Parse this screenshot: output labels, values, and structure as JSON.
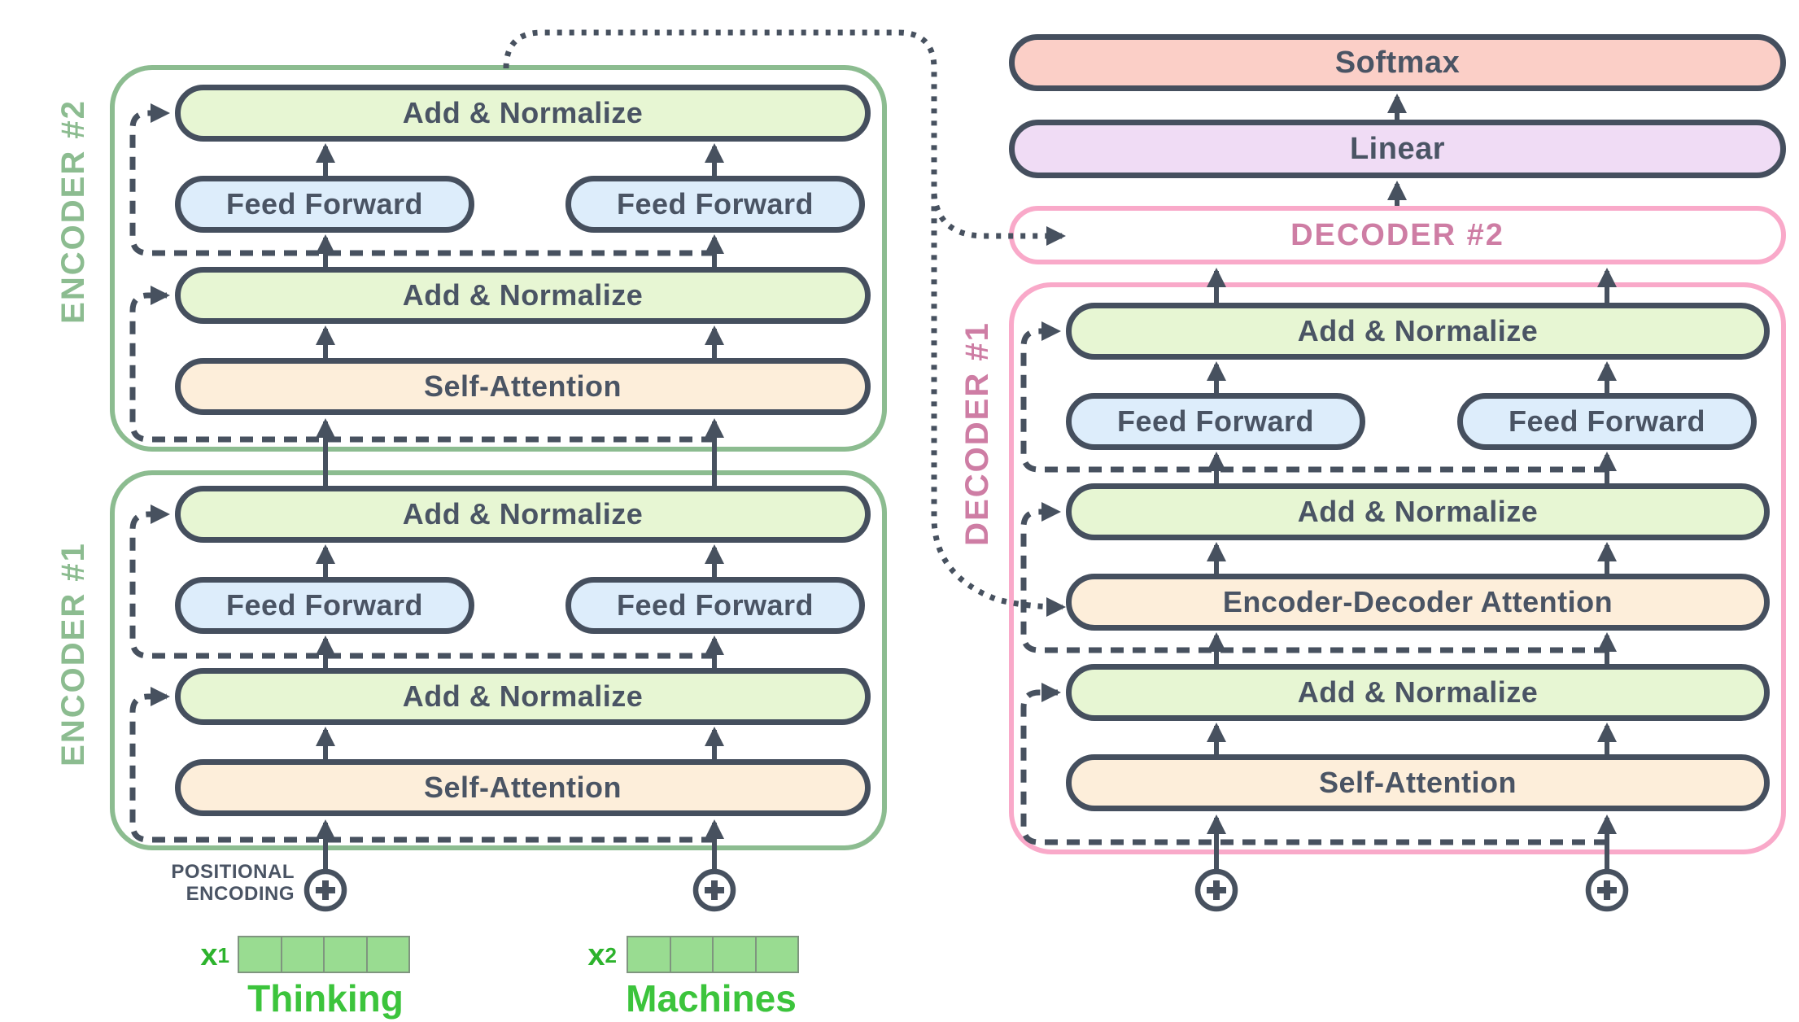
{
  "colors": {
    "outline": "#454f5e",
    "text": "#4a5464",
    "line": "#47515f",
    "encoder_green": "#8cbc90",
    "decoder_pink": "#f9a9c9",
    "decoder_label_rose": "#ce7da4",
    "add_norm_fill": "#e7f6d3",
    "feed_forward_fill": "#ddedfb",
    "attention_fill": "#fdeeda",
    "softmax_fill": "#fbcfc7",
    "linear_fill": "#f0dcf5",
    "vector_fill": "#99dc91",
    "vector_border": "#7f957f",
    "word_green": "#3cc43c",
    "x_label_green": "#2db32d"
  },
  "encoder2": {
    "label": "ENCODER #2",
    "add_norm_top": "Add & Normalize",
    "ff_left": "Feed Forward",
    "ff_right": "Feed Forward",
    "add_norm_mid": "Add & Normalize",
    "self_attention": "Self-Attention"
  },
  "encoder1": {
    "label": "ENCODER #1",
    "add_norm_top": "Add & Normalize",
    "ff_left": "Feed Forward",
    "ff_right": "Feed Forward",
    "add_norm_mid": "Add & Normalize",
    "self_attention": "Self-Attention"
  },
  "output_head": {
    "softmax": "Softmax",
    "linear": "Linear"
  },
  "decoder2": {
    "label": "DECODER #2"
  },
  "decoder1": {
    "label": "DECODER #1",
    "add_norm_top": "Add & Normalize",
    "ff_left": "Feed Forward",
    "ff_right": "Feed Forward",
    "add_norm_mid": "Add & Normalize",
    "enc_dec_attention": "Encoder-Decoder Attention",
    "add_norm_bottom": "Add & Normalize",
    "self_attention": "Self-Attention"
  },
  "positional_encoding": {
    "line1": "POSITIONAL",
    "line2": "ENCODING"
  },
  "inputs": {
    "x1_base": "x",
    "x1_sub": "1",
    "word1": "Thinking",
    "x2_base": "x",
    "x2_sub": "2",
    "word2": "Machines"
  },
  "icons": {
    "add": "plus-circle-icon"
  }
}
